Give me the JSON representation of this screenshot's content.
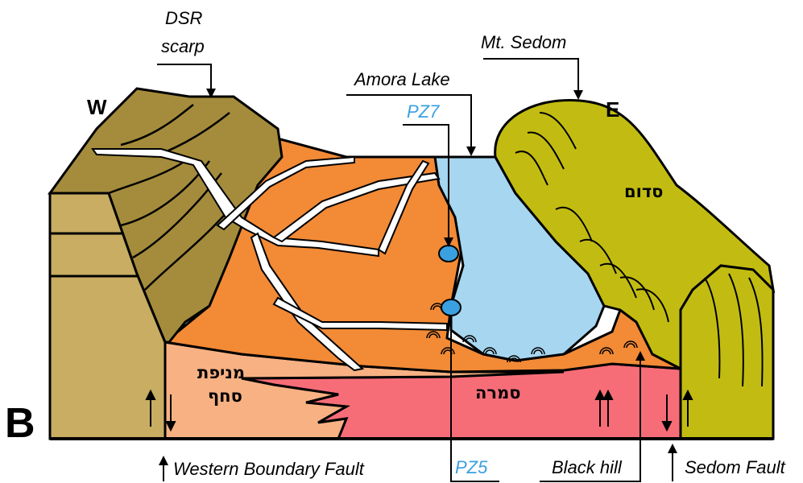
{
  "panel_letter": "B",
  "compass": {
    "west": "W",
    "east": "E"
  },
  "labels": {
    "dsr_scarp_line1": "DSR",
    "dsr_scarp_line2": "scarp",
    "mt_sedom": "Mt. Sedom",
    "amora_lake": "Amora Lake",
    "pz7": "PZ7",
    "pz5": "PZ5",
    "black_hill": "Black hill",
    "western_boundary_fault": "Western Boundary Fault",
    "sedom_fault": "Sedom Fault"
  },
  "hebrew": {
    "sedom": "סדום",
    "menifat_line1": "מניפת",
    "menifat_line2": "סחף",
    "samra": "סמרה"
  },
  "colors": {
    "scarp_brown": "#a58c3c",
    "scarp_tan": "#c8ad62",
    "fan_orange": "#f28a36",
    "lake_blue": "#a6d6f0",
    "sedom_olive": "#c2bc12",
    "fan_light": "#f7b183",
    "samra_pink": "#f66d78",
    "label_blue": "#3aa0e0"
  }
}
